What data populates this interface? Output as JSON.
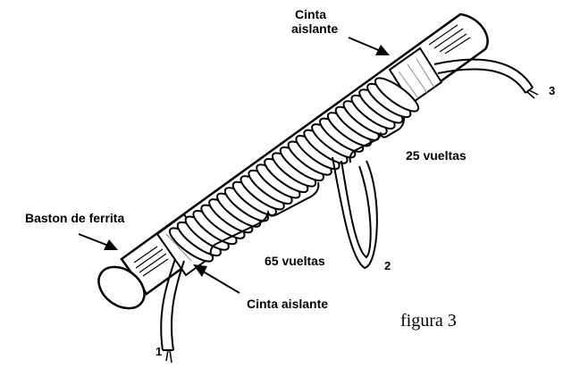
{
  "labels": {
    "cinta_top_line1": "Cinta",
    "cinta_top_line2": "aislante",
    "vueltas_25": "25 vueltas",
    "baston": "Baston de ferrita",
    "vueltas_65": "65 vueltas",
    "cinta_bottom": "Cinta aislante",
    "figure": "figura 3"
  },
  "terminals": {
    "t1": "1",
    "t2": "2",
    "t3": "3"
  },
  "colors": {
    "ink": "#000000",
    "paper": "#ffffff",
    "shade": "#8a8a8a"
  }
}
